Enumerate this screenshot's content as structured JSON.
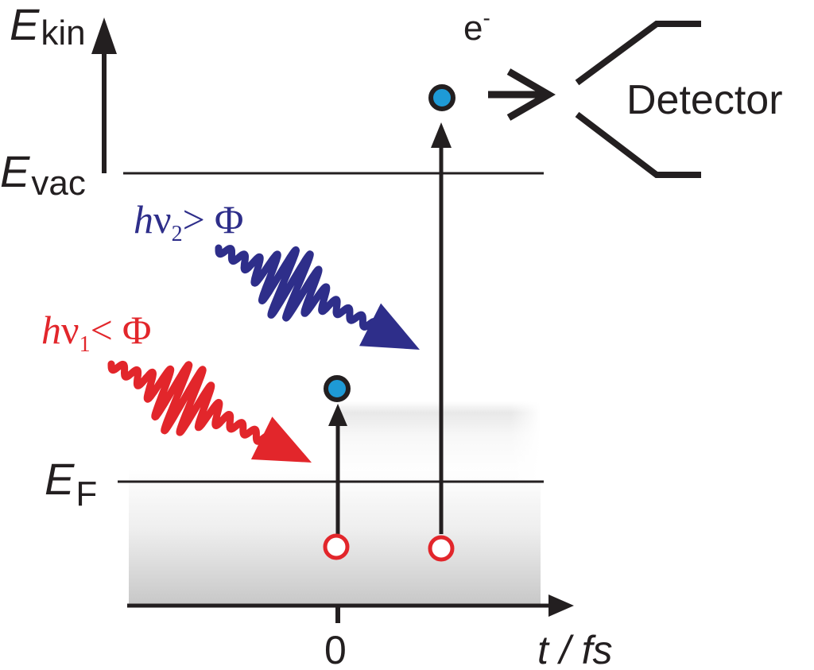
{
  "axes": {
    "y_label_main": "E",
    "y_label_sub": "kin",
    "x_label": "t / fs",
    "x_tick": "0"
  },
  "levels": {
    "vacuum_main": "E",
    "vacuum_sub": "vac",
    "fermi_main": "E",
    "fermi_sub": "F"
  },
  "photons": {
    "high": {
      "h": "h",
      "nu": "ν",
      "index": "2",
      "relation": ">",
      "phi": "Φ",
      "color": "#2e2e8a"
    },
    "low": {
      "h": "h",
      "nu": "ν",
      "index": "1",
      "relation": "<",
      "phi": "Φ",
      "color": "#e2262b"
    }
  },
  "electron": {
    "symbol": "e",
    "charge": "-"
  },
  "detector": {
    "label": "Detector"
  },
  "colors": {
    "line": "#231f20",
    "electron_fill": "#1e9ad6",
    "hole_stroke": "#e2262b",
    "band_fill": "#c8c8c8"
  }
}
